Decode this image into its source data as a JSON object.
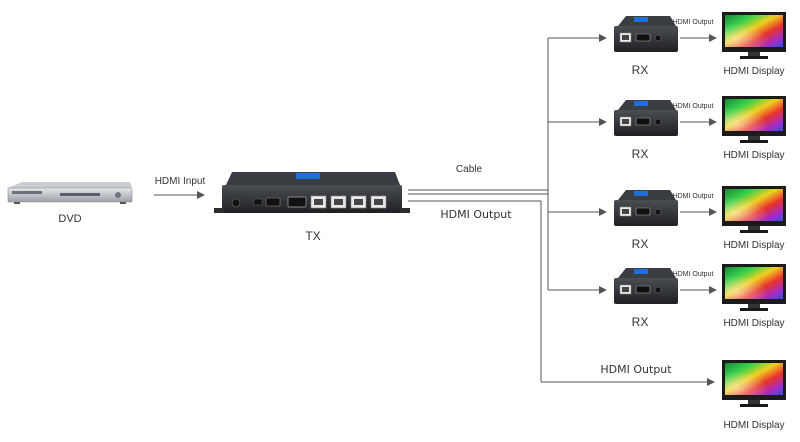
{
  "source": {
    "label": "DVD"
  },
  "input_link": {
    "label": "HDMI Input"
  },
  "transmitter": {
    "label": "TX"
  },
  "cable": {
    "label": "Cable"
  },
  "local_output": {
    "label": "HDMI Output"
  },
  "receivers": [
    {
      "label": "RX",
      "output_label": "HDMI Output",
      "display_label": "HDMI Display"
    },
    {
      "label": "RX",
      "output_label": "HDMI Output",
      "display_label": "HDMI Display"
    },
    {
      "label": "RX",
      "output_label": "HDMI Output",
      "display_label": "HDMI Display"
    },
    {
      "label": "RX",
      "output_label": "HDMI Output",
      "display_label": "HDMI Display"
    }
  ],
  "loop_output": {
    "label": "HDMI Output",
    "display_label": "HDMI Display"
  },
  "colors": {
    "line": "#555555",
    "device_dark": "#2b2d31",
    "device_accent": "#1e6fd9",
    "display_bezel": "#1a1a1a"
  }
}
